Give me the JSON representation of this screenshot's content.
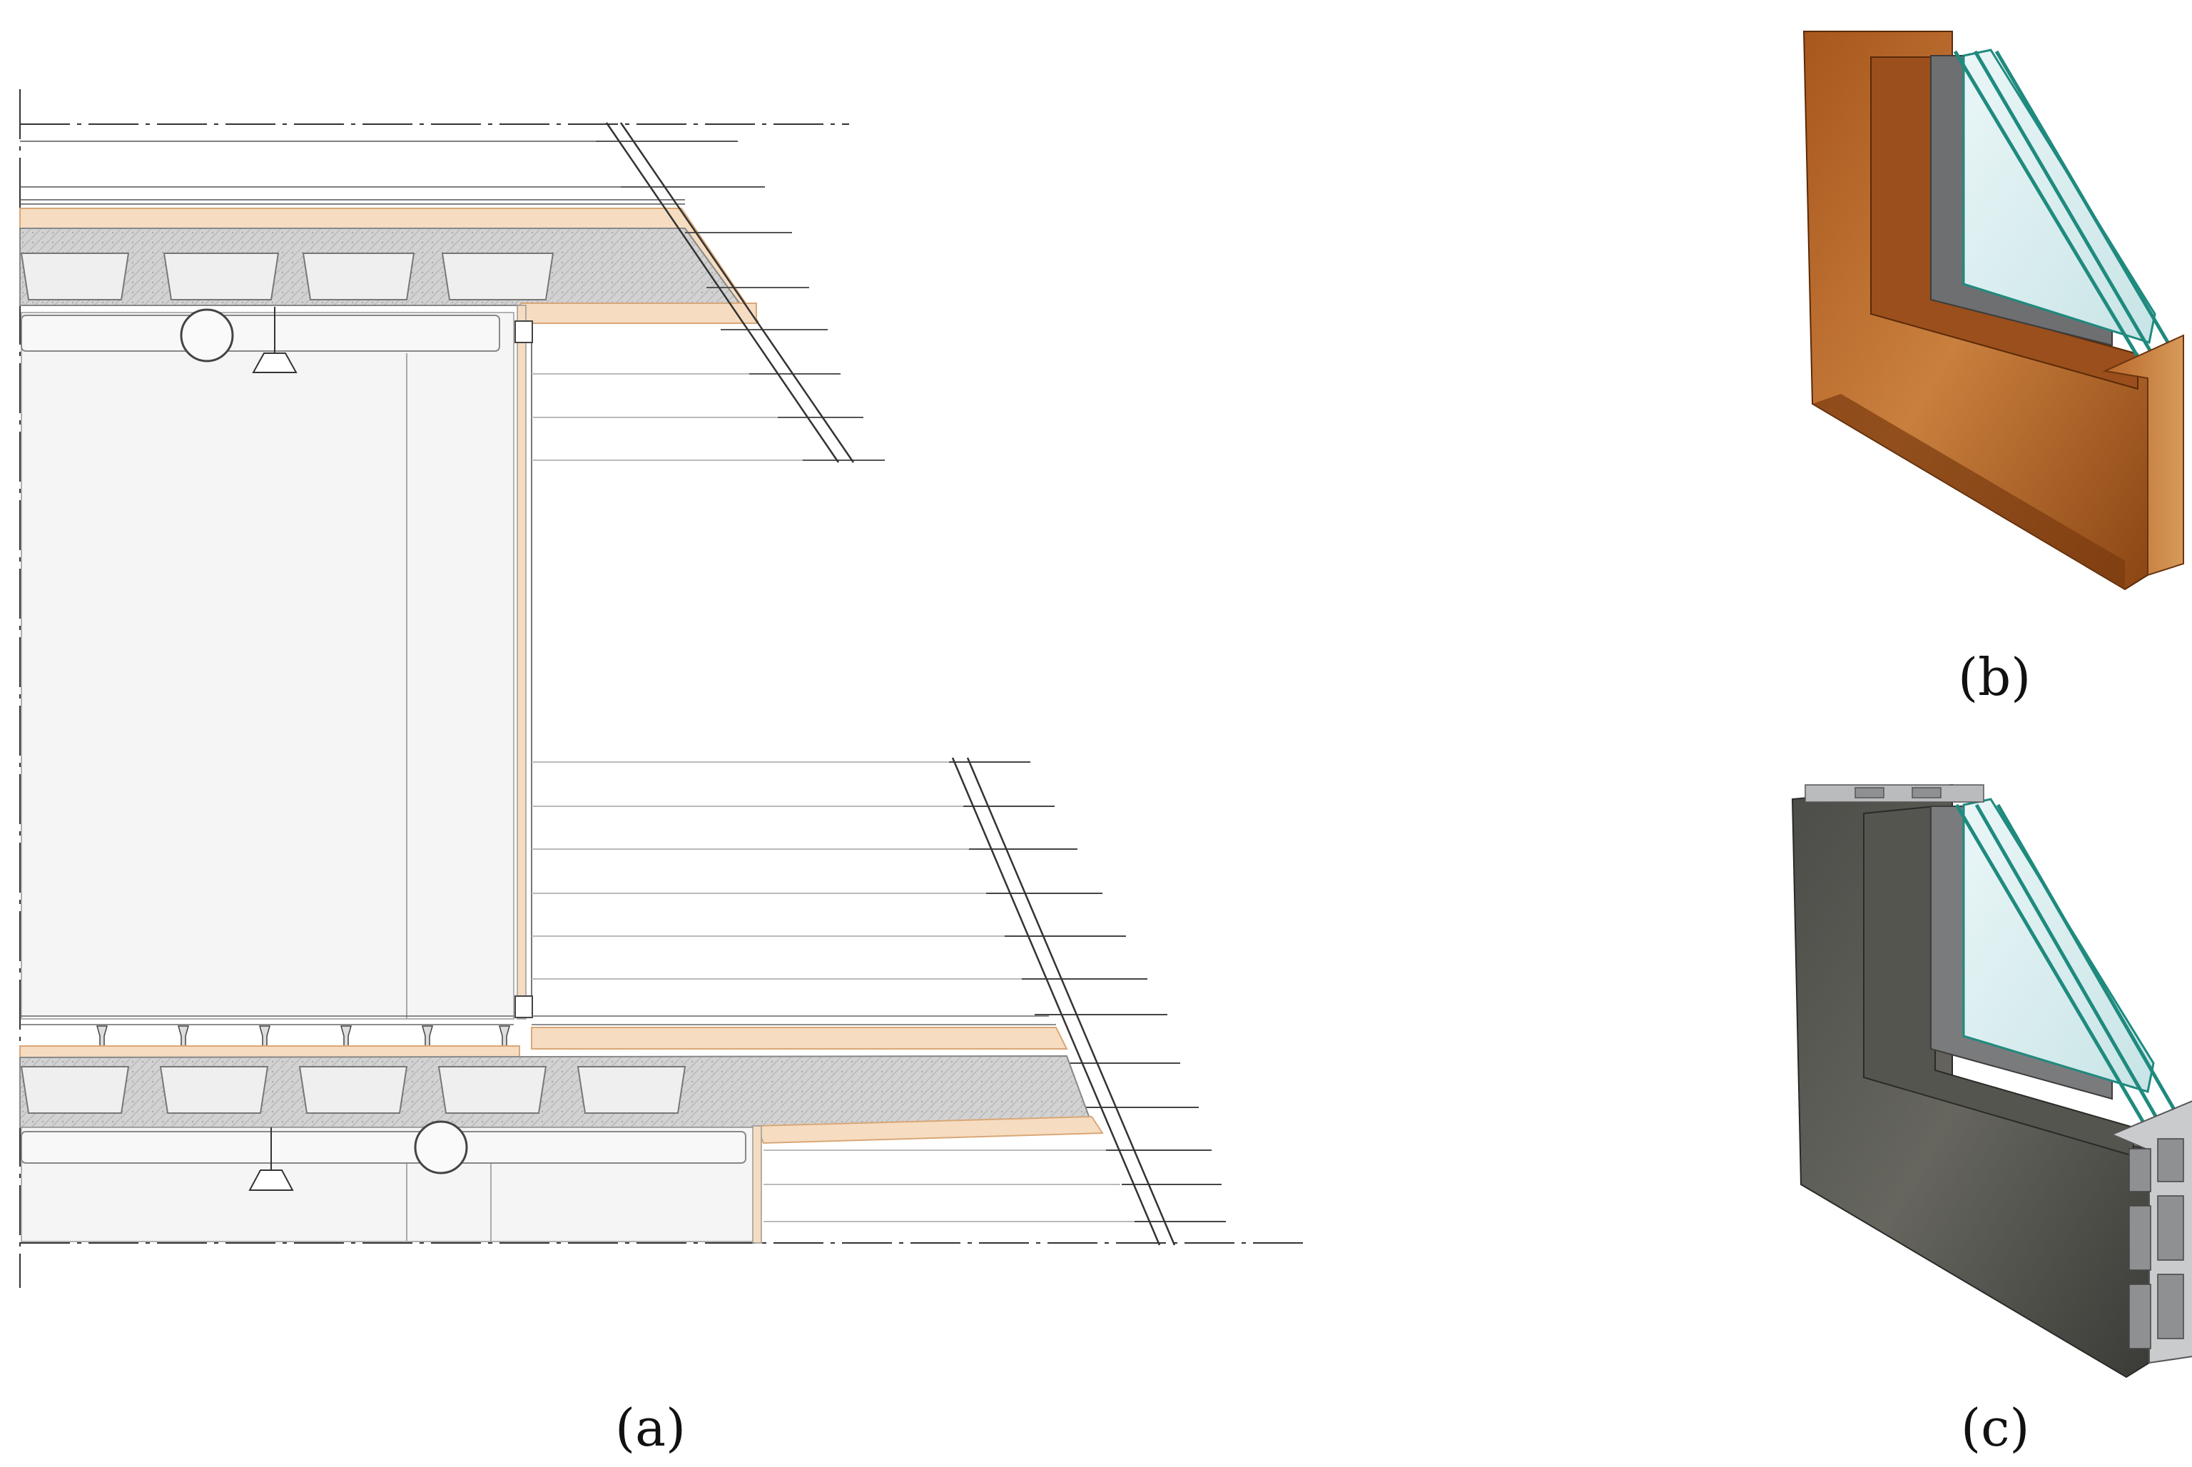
{
  "figure": {
    "panels": [
      {
        "id": "a",
        "label": "(a)",
        "description_kind": "section-drawing"
      },
      {
        "id": "b",
        "label": "(b)",
        "description_kind": "window-frame-photo"
      },
      {
        "id": "c",
        "label": "(c)",
        "description_kind": "window-frame-photo"
      }
    ]
  },
  "colors": {
    "insulation": "#f6dcc0",
    "insulation_edge": "#d9a777",
    "concrete": "#cfcfcf",
    "concrete_dark": "#9a9a9a",
    "void_former": "#f1f1f1",
    "room": "#f4f4f4",
    "line": "#222222",
    "wood_light": "#c07a3a",
    "wood_dark": "#7e3f12",
    "metal": "#5a5a55",
    "metal_dark": "#3d3d39",
    "glass_edge": "#1f8a7e",
    "glass_fill": "#d7eef0"
  }
}
